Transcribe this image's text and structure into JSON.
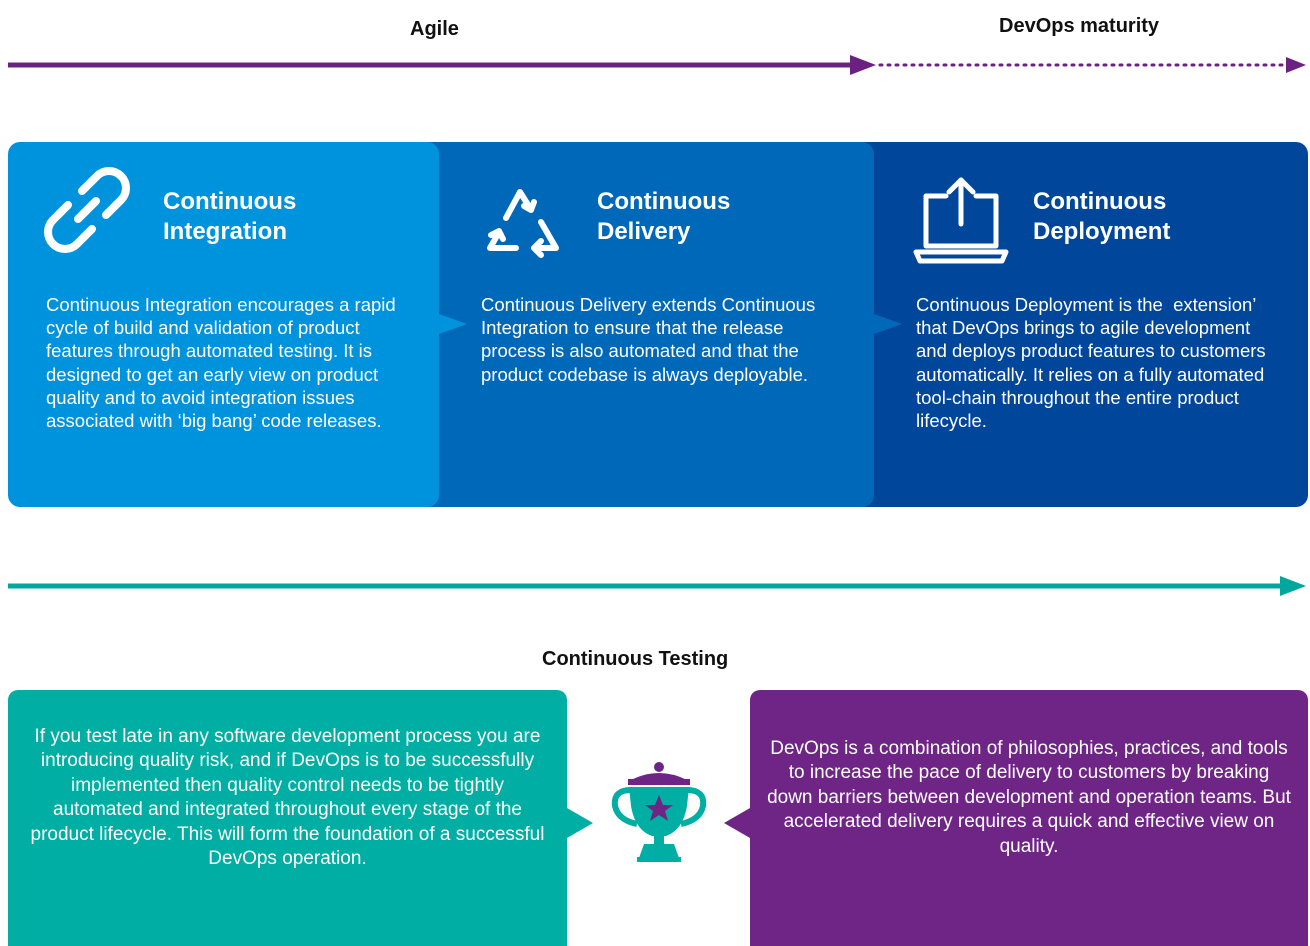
{
  "top_axis": {
    "left_label": "Agile",
    "right_label": "DevOps maturity",
    "color": "#6b2182"
  },
  "stages": [
    {
      "title_line1": "Continuous",
      "title_line2": "Integration",
      "icon": "link-icon",
      "color": "#0093dd",
      "description": "Continuous Integration encourages a rapid cycle of build and validation of product features through automated testing. It is designed to get an early view on product quality and to avoid integration issues associated with ‘big bang’ code releases."
    },
    {
      "title_line1": "Continuous",
      "title_line2": "Delivery",
      "icon": "recycle-icon",
      "color": "#0068b8",
      "description": "Continuous Delivery extends Continuous Integration to ensure that the release process is also automated and that the product codebase is always deployable."
    },
    {
      "title_line1": "Continuous",
      "title_line2": "Deployment",
      "icon": "laptop-upload-icon",
      "color": "#00469b",
      "description": "Continuous Deployment is the  extension’ that DevOps brings to agile development and deploys product features to customers automatically. It relies on a fully automated tool-chain throughout the entire product lifecycle."
    }
  ],
  "testing_axis": {
    "label": "Continuous Testing",
    "color": "#00a79d"
  },
  "bottom": {
    "left_text": "If you test late in any software development process you are introducing quality risk, and if DevOps is to be successfully implemented then quality control needs to be tightly automated and integrated throughout every stage of the product lifecycle. This will form the foundation of a successful DevOps operation.",
    "right_text": "DevOps is a combination of philosophies, practices, and tools to increase the pace of delivery to customers by breaking down barriers between development and operation teams. But accelerated delivery requires a quick and effective view on quality.",
    "left_color": "#00aea4",
    "right_color": "#6f2585",
    "center_icon": "trophy-icon"
  }
}
